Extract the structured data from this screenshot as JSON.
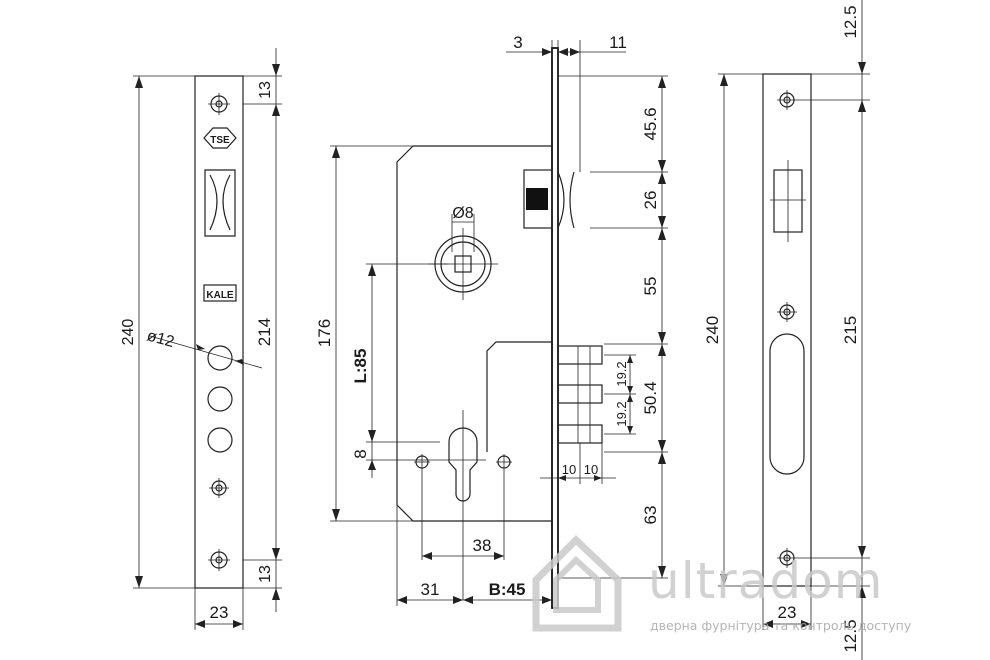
{
  "left_view": {
    "height_total": "240",
    "height_inner": "214",
    "top_offset": "13",
    "bottom_offset": "13",
    "width": "23",
    "hole_diameter": "ø12",
    "logo_top": "TSE",
    "logo_brand": "KALE"
  },
  "middle_view": {
    "faceplate_thickness": "3",
    "bolt_projection": "11",
    "body_height": "176",
    "follower_diameter": "Ø8",
    "centre_distance": "L:85",
    "cylinder_offset": "8",
    "dim_45_6": "45.6",
    "dim_26": "26",
    "dim_55": "55",
    "dim_50_4": "50.4",
    "dim_19_2_a": "19.2",
    "dim_19_2_b": "19.2",
    "dim_10_a": "10",
    "dim_10_b": "10",
    "dim_63": "63",
    "dim_38": "38",
    "dim_31": "31",
    "backset": "B:45"
  },
  "right_view": {
    "height_total": "240",
    "height_inner": "215",
    "top_offset": "12.5",
    "bottom_offset": "12.5",
    "width": "23"
  },
  "watermark": {
    "brand": "ultradom",
    "tagline": "дверна фурнітура та контроль доступу"
  }
}
